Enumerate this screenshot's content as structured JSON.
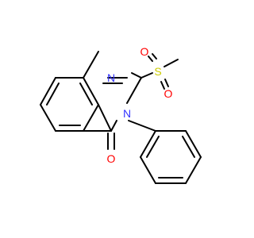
{
  "molecule": {
    "atoms": {
      "N1": {
        "symbol": "N",
        "color": "#3333ff"
      },
      "N3": {
        "symbol": "N",
        "color": "#3333ff"
      },
      "O4": {
        "symbol": "O",
        "color": "#ff0000"
      },
      "S": {
        "symbol": "S",
        "color": "#cccc00"
      },
      "OS1": {
        "symbol": "O",
        "color": "#ff0000"
      },
      "OS2": {
        "symbol": "O",
        "color": "#ff0000"
      }
    },
    "bond_color": "#000000",
    "background": "#ffffff"
  }
}
